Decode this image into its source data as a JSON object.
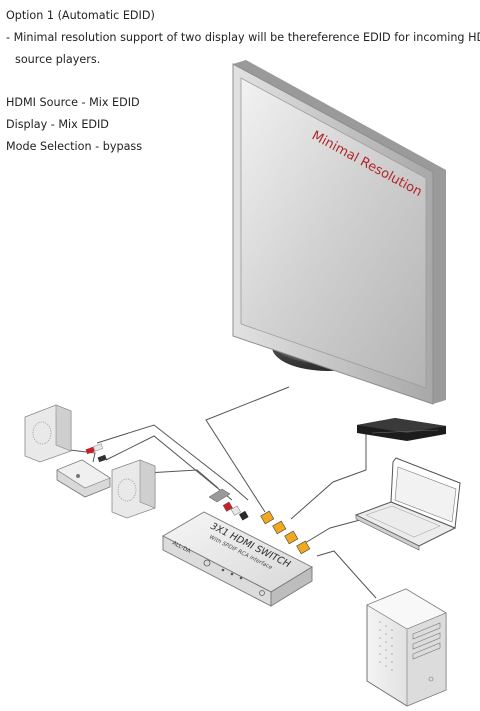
{
  "intro": {
    "option_title": "Option 1 (Automatic EDID)",
    "description_line1": "- Minimal resolution support of two display will be thereference EDID for incoming HDMI",
    "description_line2": "source players."
  },
  "settings": {
    "hdmi_source": "HDMI Source - Mix EDID",
    "display": "Display - Mix EDID",
    "mode_selection": "Mode Selection - bypass"
  },
  "monitor": {
    "screen_text": "Minimal Resolution",
    "screen_text_color": "#b3262a"
  },
  "switch": {
    "title": "3X1 HDMI SWITCH",
    "subtitle": "With SPDIF RCA interface",
    "brand": "ALL-DA"
  },
  "colors": {
    "hdmi_connector": "#f0a91f",
    "cable": "#555555",
    "rca_red": "#c8202a",
    "rca_white": "#e8e8e8"
  }
}
